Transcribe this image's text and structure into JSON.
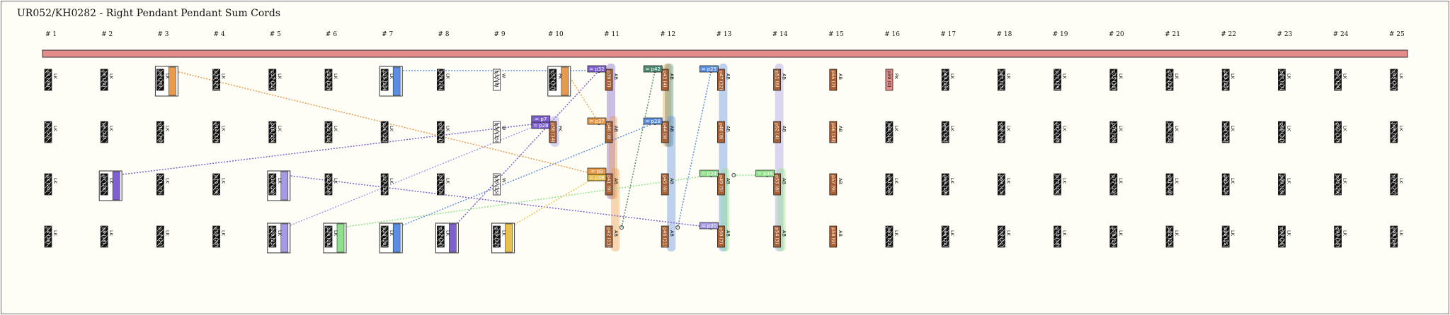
{
  "title": "UR052/KH0282 - Right Pendant Pendant Sum Cords",
  "colors": {
    "background": "#fffef6",
    "primary_cord": "#e58b89",
    "knot_body": "#111111",
    "brown": "#a86034",
    "orange": "#e89a4a",
    "purple": "#7e60d0",
    "blue": "#5a8ee0",
    "lilac": "#a59ae6",
    "green": "#8fe08a",
    "teal": "#4d8c74",
    "gold": "#e8c050"
  },
  "groups": [
    "# 1",
    "# 2",
    "# 3",
    "# 4",
    "# 5",
    "# 6",
    "# 7",
    "# 8",
    "# 9",
    "# 10",
    "# 11",
    "# 12",
    "# 13",
    "# 14",
    "# 15",
    "# 16",
    "# 17",
    "# 18",
    "# 19",
    "# 20",
    "# 21",
    "# 22",
    "# 23",
    "# 24",
    "# 25"
  ],
  "pendants": [
    [
      {
        "label": "p1 (28)",
        "sub": "LK",
        "style": "knot"
      },
      {
        "label": "p2 (22)",
        "sub": "LK",
        "style": "knot"
      },
      {
        "label": "p3 (20)",
        "sub": "LK",
        "style": "knot"
      },
      {
        "label": "p4 (18)",
        "sub": "LK",
        "style": "knot"
      }
    ],
    [
      {
        "label": "p5 (22)",
        "sub": "LK",
        "style": "knot"
      },
      {
        "label": "p6 (24)",
        "sub": "LK",
        "style": "knot"
      },
      {
        "label": "p7 (28)",
        "sub": "LK",
        "style": "boxed",
        "color": "purple"
      },
      {
        "label": "p8 (18)",
        "sub": "LK",
        "style": "knot"
      }
    ],
    [
      {
        "label": "p9 (26)",
        "sub": "LK",
        "style": "boxed",
        "color": "orange"
      },
      {
        "label": "p10 (28)",
        "sub": "LK",
        "style": "knot"
      },
      {
        "label": "p11 (21)",
        "sub": "LK",
        "style": "knot"
      },
      {
        "label": "p12 (21)",
        "sub": "LK",
        "style": "knot"
      }
    ],
    [
      {
        "label": "p13 (23)",
        "sub": "LK",
        "style": "knot"
      },
      {
        "label": "p14 (17)",
        "sub": "LK",
        "style": "knot"
      },
      {
        "label": "p15 (19)",
        "sub": "LK",
        "style": "knot"
      },
      {
        "label": "p16 (20)",
        "sub": "LK",
        "style": "knot"
      }
    ],
    [
      {
        "label": "p17 (22)",
        "sub": "LK",
        "style": "knot"
      },
      {
        "label": "p18 (20)",
        "sub": "LK",
        "style": "knot"
      },
      {
        "label": "p19 (28)",
        "sub": "LK",
        "style": "boxed",
        "color": "lilac"
      },
      {
        "label": "p20 (21)",
        "sub": "LK",
        "style": "boxed",
        "color": "lilac"
      }
    ],
    [
      {
        "label": "p21 (23)",
        "sub": "LK",
        "style": "knot"
      },
      {
        "label": "p22 (19)",
        "sub": "LK",
        "style": "knot"
      },
      {
        "label": "p23 (24)",
        "sub": "LK",
        "style": "knot"
      },
      {
        "label": "p24 (18)",
        "sub": "LK",
        "style": "boxed",
        "color": "green"
      }
    ],
    [
      {
        "label": "p25 (25)",
        "sub": "LK",
        "style": "boxed",
        "color": "blue"
      },
      {
        "label": "p26 (22)",
        "sub": "LK",
        "style": "knot"
      },
      {
        "label": "p27 (22)",
        "sub": "LK",
        "style": "knot"
      },
      {
        "label": "p28 (20)",
        "sub": "LK",
        "style": "boxed",
        "color": "blue"
      }
    ],
    [
      {
        "label": "p29 (24)",
        "sub": "LK",
        "style": "knot"
      },
      {
        "label": "p30 (11)",
        "sub": "LK",
        "style": "knot"
      },
      {
        "label": "p31 (22)",
        "sub": "LK",
        "style": "knot"
      },
      {
        "label": "p32 (24)",
        "sub": "LK",
        "style": "boxed",
        "color": "purple"
      }
    ],
    [
      {
        "label": "p33 (8)",
        "sub": "W",
        "style": "white"
      },
      {
        "label": "p34 (25)",
        "sub": "W",
        "style": "white"
      },
      {
        "label": "p35 (25)",
        "sub": "W",
        "style": "white"
      },
      {
        "label": "p36 (22)",
        "sub": "LK",
        "style": "boxed",
        "color": "gold"
      }
    ],
    [
      {
        "label": "p37 (17)",
        "sub": "PK",
        "style": "boxed",
        "color": "orange"
      },
      {
        "label": "p38 (14)",
        "sub": "PK",
        "style": "sum",
        "color": "lilac"
      },
      {
        "label": "",
        "sub": "",
        "style": "none"
      },
      {
        "label": "",
        "sub": "",
        "style": "none"
      }
    ],
    [
      {
        "label": "p39 (7)",
        "sub": "AB",
        "style": "sum",
        "color": "brown"
      },
      {
        "label": "p40 (8)",
        "sub": "AB",
        "style": "sum",
        "color": "brown"
      },
      {
        "label": "p41 (9)",
        "sub": "AB",
        "style": "sum",
        "color": "brown"
      },
      {
        "label": "p42 (13)",
        "sub": "AB",
        "style": "sum",
        "color": "brown"
      }
    ],
    [
      {
        "label": "p43 (4)",
        "sub": "AB",
        "style": "sum",
        "color": "brown"
      },
      {
        "label": "p44 (9)",
        "sub": "AB",
        "style": "sum",
        "color": "brown"
      },
      {
        "label": "p45 (6)",
        "sub": "AB",
        "style": "sum",
        "color": "brown"
      },
      {
        "label": "p46 (11)",
        "sub": "AB",
        "style": "sum",
        "color": "brown"
      }
    ],
    [
      {
        "label": "p47 (12)",
        "sub": "AB",
        "style": "sum",
        "color": "brown"
      },
      {
        "label": "p48 (8)",
        "sub": "AB",
        "style": "sum",
        "color": "brown"
      },
      {
        "label": "p49 (5)",
        "sub": "AB",
        "style": "sum",
        "color": "brown"
      },
      {
        "label": "p50 (7)",
        "sub": "AB",
        "style": "sum",
        "color": "brown"
      }
    ],
    [
      {
        "label": "p51 (6)",
        "sub": "AB",
        "style": "sum",
        "color": "brown"
      },
      {
        "label": "p52 (4)",
        "sub": "AB",
        "style": "sum",
        "color": "brown"
      },
      {
        "label": "p53 (8)",
        "sub": "AB",
        "style": "sum",
        "color": "brown"
      },
      {
        "label": "p54 (3)",
        "sub": "AB",
        "style": "sum",
        "color": "brown"
      }
    ],
    [
      {
        "label": "p55 (7)",
        "sub": "AB",
        "style": "brown"
      },
      {
        "label": "p56 (14)",
        "sub": "AB",
        "style": "brown"
      },
      {
        "label": "p57 (9)",
        "sub": "AB",
        "style": "brown"
      },
      {
        "label": "p58 (9)",
        "sub": "AB",
        "style": "brown"
      }
    ],
    [
      {
        "label": "p59 (0)",
        "sub": "PK",
        "style": "pink"
      },
      {
        "label": "p60 (19)",
        "sub": "LK",
        "style": "knot"
      },
      {
        "label": "p61 (26)",
        "sub": "LK",
        "style": "knot"
      },
      {
        "label": "p62 (22)",
        "sub": "LK",
        "style": "knot"
      }
    ],
    [
      {
        "label": "p63 (25)",
        "sub": "LK",
        "style": "knot"
      },
      {
        "label": "p64 (23)",
        "sub": "LK",
        "style": "knot"
      },
      {
        "label": "p65 (19)",
        "sub": "LK",
        "style": "knot"
      },
      {
        "label": "p66 (22)",
        "sub": "LK",
        "style": "knot"
      }
    ],
    [
      {
        "label": "p67 (15)",
        "sub": "LK",
        "style": "knot"
      },
      {
        "label": "p68 (19)",
        "sub": "LK",
        "style": "knot"
      },
      {
        "label": "p69 (13)",
        "sub": "LK",
        "style": "knot"
      },
      {
        "label": "p70 (21)",
        "sub": "LK",
        "style": "knot"
      }
    ],
    [
      {
        "label": "p71 (19)",
        "sub": "LK",
        "style": "knot"
      },
      {
        "label": "p72 (18)",
        "sub": "LK",
        "style": "knot"
      },
      {
        "label": "p73 (18)",
        "sub": "LK",
        "style": "knot"
      },
      {
        "label": "p74 (18)",
        "sub": "LK",
        "style": "knot"
      }
    ],
    [
      {
        "label": "p75 (18)",
        "sub": "LK",
        "style": "knot"
      },
      {
        "label": "p76 (26)",
        "sub": "LK",
        "style": "knot"
      },
      {
        "label": "p77 (23)",
        "sub": "LK",
        "style": "knot"
      },
      {
        "label": "p78 (19)",
        "sub": "LK",
        "style": "knot"
      }
    ],
    [
      {
        "label": "p79 (22)",
        "sub": "LK",
        "style": "knot"
      },
      {
        "label": "p80 (22)",
        "sub": "LK",
        "style": "knot"
      },
      {
        "label": "p81 (18)",
        "sub": "LK",
        "style": "knot"
      },
      {
        "label": "p82 (23)",
        "sub": "LK",
        "style": "knot"
      }
    ],
    [
      {
        "label": "p83 (25)",
        "sub": "LK",
        "style": "knot"
      },
      {
        "label": "p84 (25)",
        "sub": "LK",
        "style": "knot"
      },
      {
        "label": "p85 (15)",
        "sub": "LK",
        "style": "knot"
      },
      {
        "label": "p86 (15)",
        "sub": "LK",
        "style": "knot"
      }
    ],
    [
      {
        "label": "p87 (17)",
        "sub": "LK",
        "style": "knot"
      },
      {
        "label": "p88 (21)",
        "sub": "LK",
        "style": "knot"
      },
      {
        "label": "p89 (16)",
        "sub": "LK",
        "style": "knot"
      },
      {
        "label": "p90 (26)",
        "sub": "LK",
        "style": "knot"
      }
    ],
    [
      {
        "label": "p91 (24)",
        "sub": "LK",
        "style": "knot"
      },
      {
        "label": "p92 (17)",
        "sub": "LK",
        "style": "knot"
      },
      {
        "label": "p93 (29)",
        "sub": "LK",
        "style": "knot"
      },
      {
        "label": "p94 (16)",
        "sub": "LK",
        "style": "knot"
      }
    ],
    [
      {
        "label": "p95 (21)",
        "sub": "LK",
        "style": "knot"
      },
      {
        "label": "p96 (26)",
        "sub": "LK",
        "style": "knot"
      },
      {
        "label": "p97 (27)",
        "sub": "LK",
        "style": "knot"
      },
      {
        "label": "p98 (26)",
        "sub": "LK",
        "style": "knot"
      }
    ]
  ],
  "tags": [
    {
      "label": "= p32",
      "color": "purple",
      "group": 10,
      "row": 0,
      "offset": -2
    },
    {
      "label": "= p42",
      "color": "teal",
      "group": 11,
      "row": 0,
      "offset": -2
    },
    {
      "label": "= p25",
      "color": "blue",
      "group": 12,
      "row": 0,
      "offset": -2
    },
    {
      "label": "= p37",
      "color": "orange",
      "group": 10,
      "row": 1,
      "offset": -2
    },
    {
      "label": "= p28",
      "color": "blue",
      "group": 11,
      "row": 1,
      "offset": -2
    },
    {
      "label": "= p7",
      "color": "purple",
      "group": 9,
      "row": 1,
      "offset": -5
    },
    {
      "label": "= p28",
      "color": "purple",
      "group": 9,
      "row": 1,
      "offset": 4
    },
    {
      "label": "= p9",
      "color": "orange",
      "group": 10,
      "row": 2,
      "offset": -5
    },
    {
      "label": "= p36",
      "color": "gold",
      "group": 10,
      "row": 2,
      "offset": 4
    },
    {
      "label": "= p24",
      "color": "green",
      "group": 12,
      "row": 2,
      "offset": -2
    },
    {
      "label": "= p46",
      "color": "green",
      "group": 13,
      "row": 2,
      "offset": -2
    },
    {
      "label": "= p20",
      "color": "lilac",
      "group": 12,
      "row": 3,
      "offset": -2
    }
  ],
  "links": [
    {
      "from": [
        2,
        0
      ],
      "to": [
        10,
        2
      ],
      "color": "orange"
    },
    {
      "from": [
        6,
        0
      ],
      "to": [
        10,
        0
      ],
      "color": "blue"
    },
    {
      "from": [
        9,
        0
      ],
      "to": [
        10,
        1
      ],
      "color": "orange"
    },
    {
      "from": [
        1,
        2
      ],
      "to": [
        9,
        1
      ],
      "color": "purple"
    },
    {
      "from": [
        4,
        2
      ],
      "to": [
        12,
        3
      ],
      "color": "purple"
    },
    {
      "from": [
        4,
        3
      ],
      "to": [
        9,
        1
      ],
      "color": "lilac"
    },
    {
      "from": [
        5,
        3
      ],
      "to": [
        12,
        2
      ],
      "color": "green"
    },
    {
      "from": [
        6,
        3
      ],
      "to": [
        11,
        1
      ],
      "color": "blue"
    },
    {
      "from": [
        7,
        3
      ],
      "to": [
        10,
        0
      ],
      "color": "purple"
    },
    {
      "from": [
        8,
        3
      ],
      "to": [
        10,
        2
      ],
      "color": "gold"
    },
    {
      "from": [
        10,
        3
      ],
      "to": [
        11,
        0
      ],
      "color": "teal"
    },
    {
      "from": [
        11,
        3
      ],
      "to": [
        12,
        0
      ],
      "color": "blue"
    },
    {
      "from": [
        12,
        2
      ],
      "to": [
        13,
        2
      ],
      "color": "green"
    }
  ],
  "spans": [
    {
      "group": 10,
      "rows": [
        0,
        2
      ],
      "color": "purple"
    },
    {
      "group": 10,
      "rows": [
        1,
        2
      ],
      "color": "orange"
    },
    {
      "group": 10,
      "rows": [
        2,
        3
      ],
      "color": "orange"
    },
    {
      "group": 11,
      "rows": [
        0,
        1
      ],
      "color": "orange"
    },
    {
      "group": 11,
      "rows": [
        0,
        1
      ],
      "color": "teal"
    },
    {
      "group": 11,
      "rows": [
        1,
        3
      ],
      "color": "blue"
    },
    {
      "group": 12,
      "rows": [
        0,
        3
      ],
      "color": "blue"
    },
    {
      "group": 12,
      "rows": [
        2,
        3
      ],
      "color": "green"
    },
    {
      "group": 13,
      "rows": [
        0,
        3
      ],
      "color": "lilac"
    },
    {
      "group": 13,
      "rows": [
        2,
        3
      ],
      "color": "green"
    },
    {
      "group": 9,
      "rows": [
        1,
        1
      ],
      "color": "lilac"
    }
  ]
}
